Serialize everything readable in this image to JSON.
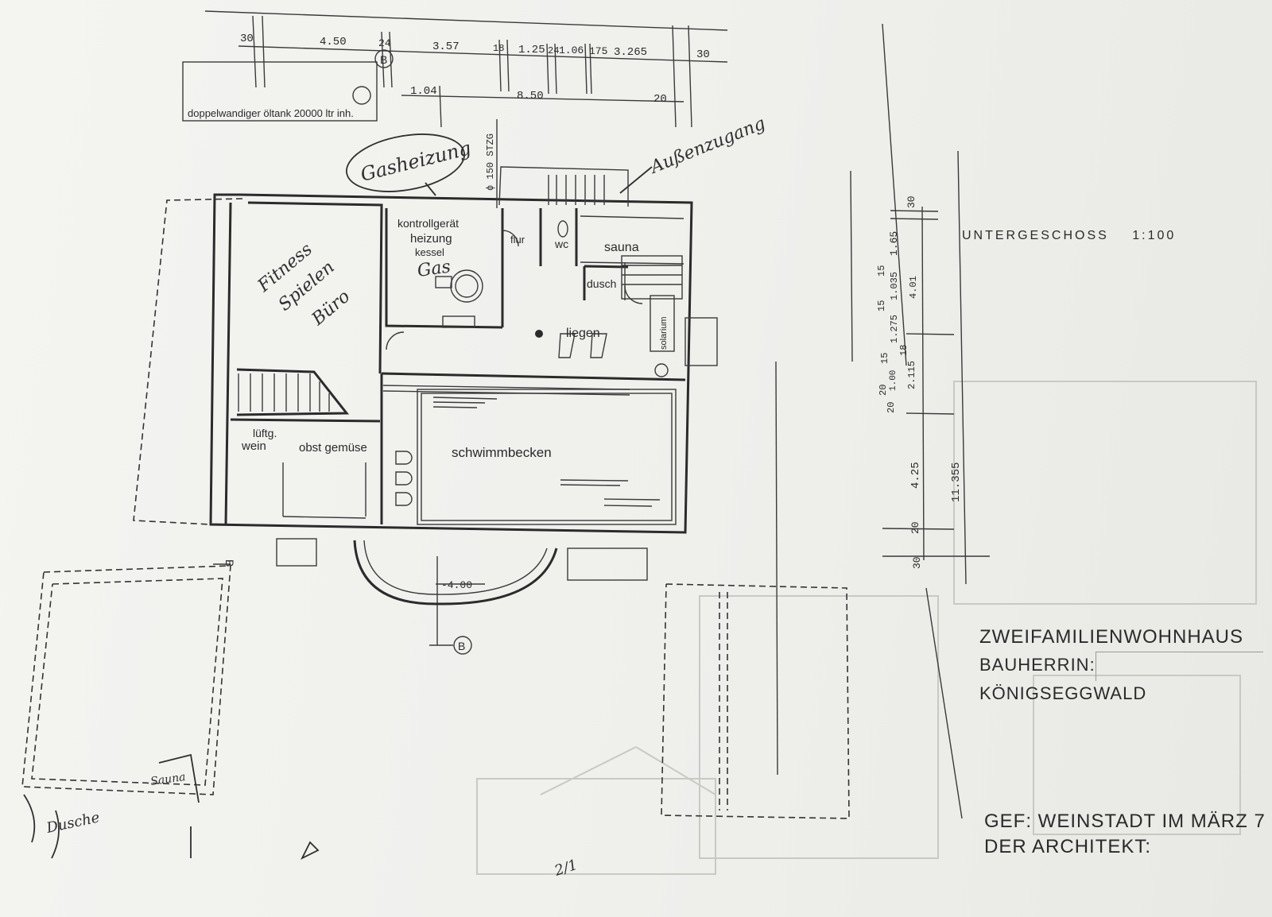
{
  "title_block": {
    "project": "ZWEIFAMILIENWOHNHAUS",
    "client_label": "BAUHERRIN:",
    "location": "KÖNIGSEGGWALD",
    "drawn": "GEF: WEINSTADT  IM MÄRZ 7",
    "architect": "DER ARCHITEKT:"
  },
  "sheet": {
    "name": "UNTERGESCHOSS",
    "scale": "1:100"
  },
  "top_dims": [
    "30",
    "4.50",
    "24",
    "3.57",
    "18",
    "1.25",
    "24",
    "1.06",
    "175",
    "3.265",
    "30"
  ],
  "second_dims": [
    "1.04",
    "8.50",
    "20"
  ],
  "right_dims": [
    "30",
    "1.65",
    "15",
    "1.035",
    "4.01",
    "15",
    "1.275",
    "15",
    "18",
    "1.00",
    "2.115",
    "20",
    "20",
    "4.25",
    "20",
    "30",
    "11.355"
  ],
  "pipe_label": "ϕ 150 STZG",
  "tank_label": "doppelwandiger öltank 20000 ltr inh.",
  "section_marker": "B",
  "level_label": "-4.00",
  "rooms": {
    "kontroll": "kontrollgerät",
    "heizung": "heizung",
    "kessel": "kessel",
    "flur": "flur",
    "wc": "wc",
    "sauna": "sauna",
    "dusche": "dusch",
    "liegen": "liegen",
    "solarium": "solarium",
    "lueftung": "lüftg.",
    "wein": "wein",
    "obst": "obst gemüse",
    "pool": "schwimmbecken"
  },
  "handwritten": {
    "gasheizung": "Gasheizung",
    "aussenzugang": "Außenzugang",
    "gas": "Gas",
    "fitness": "Fitness",
    "spielen": "Spielen",
    "buero": "Büro",
    "dusche": "Dusche",
    "sauna": "Sauna",
    "note": "2/1"
  }
}
